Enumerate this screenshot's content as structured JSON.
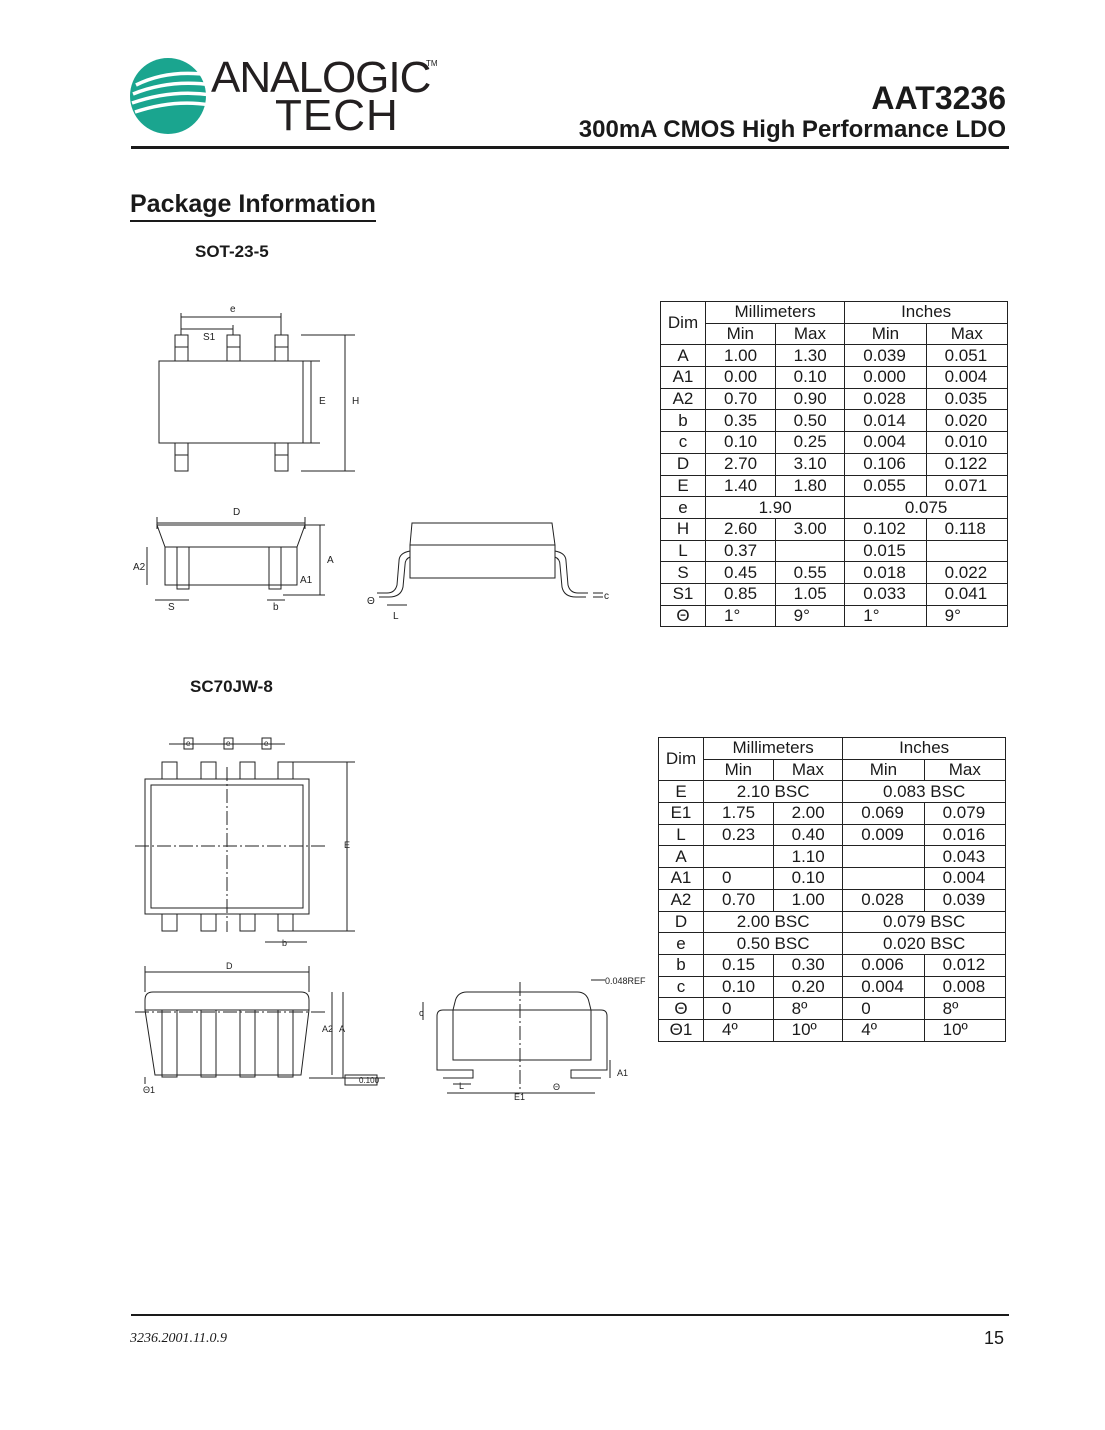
{
  "header": {
    "logo_line1": "ANALOGIC",
    "logo_line2": "TECH",
    "logo_tm": "TM",
    "part_number": "AAT3236",
    "subtitle": "300mA CMOS High Performance LDO"
  },
  "section_title": "Package Information",
  "packages": [
    {
      "name": "SOT-23-5",
      "drawing_labels": [
        "e",
        "S1",
        "E",
        "H",
        "D",
        "A2",
        "A",
        "A1",
        "S",
        "b",
        "Θ",
        "L",
        "c"
      ],
      "table": {
        "col_dim": "Dim",
        "group_mm": "Millimeters",
        "group_in": "Inches",
        "sub_min": "Min",
        "sub_max": "Max",
        "rows": [
          {
            "dim": "A",
            "mm_min": "1.00",
            "mm_max": "1.30",
            "in_min": "0.039",
            "in_max": "0.051"
          },
          {
            "dim": "A1",
            "mm_min": "0.00",
            "mm_max": "0.10",
            "in_min": "0.000",
            "in_max": "0.004"
          },
          {
            "dim": "A2",
            "mm_min": "0.70",
            "mm_max": "0.90",
            "in_min": "0.028",
            "in_max": "0.035"
          },
          {
            "dim": "b",
            "mm_min": "0.35",
            "mm_max": "0.50",
            "in_min": "0.014",
            "in_max": "0.020"
          },
          {
            "dim": "c",
            "mm_min": "0.10",
            "mm_max": "0.25",
            "in_min": "0.004",
            "in_max": "0.010"
          },
          {
            "dim": "D",
            "mm_min": "2.70",
            "mm_max": "3.10",
            "in_min": "0.106",
            "in_max": "0.122"
          },
          {
            "dim": "E",
            "mm_min": "1.40",
            "mm_max": "1.80",
            "in_min": "0.055",
            "in_max": "0.071"
          },
          {
            "dim": "e",
            "mm_span": "1.90",
            "in_span": "0.075"
          },
          {
            "dim": "H",
            "mm_min": "2.60",
            "mm_max": "3.00",
            "in_min": "0.102",
            "in_max": "0.118"
          },
          {
            "dim": "L",
            "mm_min": "0.37",
            "mm_max": "",
            "in_min": "0.015",
            "in_max": ""
          },
          {
            "dim": "S",
            "mm_min": "0.45",
            "mm_max": "0.55",
            "in_min": "0.018",
            "in_max": "0.022"
          },
          {
            "dim": "S1",
            "mm_min": "0.85",
            "mm_max": "1.05",
            "in_min": "0.033",
            "in_max": "0.041"
          },
          {
            "dim": "Θ",
            "mm_min": "1°",
            "mm_max": "9°",
            "in_min": "1°",
            "in_max": "9°"
          }
        ]
      }
    },
    {
      "name": "SC70JW-8",
      "drawing_labels": [
        "e",
        "E",
        "b",
        "D",
        "A2",
        "A",
        "Θ1",
        "0.100",
        "0.048REF",
        "c",
        "L",
        "Θ",
        "A1",
        "E1"
      ],
      "table": {
        "col_dim": "Dim",
        "group_mm": "Millimeters",
        "group_in": "Inches",
        "sub_min": "Min",
        "sub_max": "Max",
        "rows": [
          {
            "dim": "E",
            "mm_span": "2.10 BSC",
            "in_span": "0.083 BSC"
          },
          {
            "dim": "E1",
            "mm_min": "1.75",
            "mm_max": "2.00",
            "in_min": "0.069",
            "in_max": "0.079"
          },
          {
            "dim": "L",
            "mm_min": "0.23",
            "mm_max": "0.40",
            "in_min": "0.009",
            "in_max": "0.016"
          },
          {
            "dim": "A",
            "mm_min": "",
            "mm_max": "1.10",
            "in_min": "",
            "in_max": "0.043"
          },
          {
            "dim": "A1",
            "mm_min": "0",
            "mm_max": "0.10",
            "in_min": "",
            "in_max": "0.004"
          },
          {
            "dim": "A2",
            "mm_min": "0.70",
            "mm_max": "1.00",
            "in_min": "0.028",
            "in_max": "0.039"
          },
          {
            "dim": "D",
            "mm_span": "2.00 BSC",
            "in_span": "0.079 BSC"
          },
          {
            "dim": "e",
            "mm_span": "0.50 BSC",
            "in_span": "0.020 BSC"
          },
          {
            "dim": "b",
            "mm_min": "0.15",
            "mm_max": "0.30",
            "in_min": "0.006",
            "in_max": "0.012"
          },
          {
            "dim": "c",
            "mm_min": "0.10",
            "mm_max": "0.20",
            "in_min": "0.004",
            "in_max": "0.008"
          },
          {
            "dim": "Θ",
            "mm_min": "0",
            "mm_max": "8º",
            "in_min": "0",
            "in_max": "8º"
          },
          {
            "dim": "Θ1",
            "mm_min": "4º",
            "mm_max": "10º",
            "in_min": "4º",
            "in_max": "10º"
          }
        ]
      }
    }
  ],
  "footer": {
    "doc_number": "3236.2001.11.0.9",
    "page_number": "15"
  },
  "colors": {
    "logo_teal": "#1aa58f",
    "text": "#1a1a1a",
    "rule": "#1a1a1a"
  }
}
